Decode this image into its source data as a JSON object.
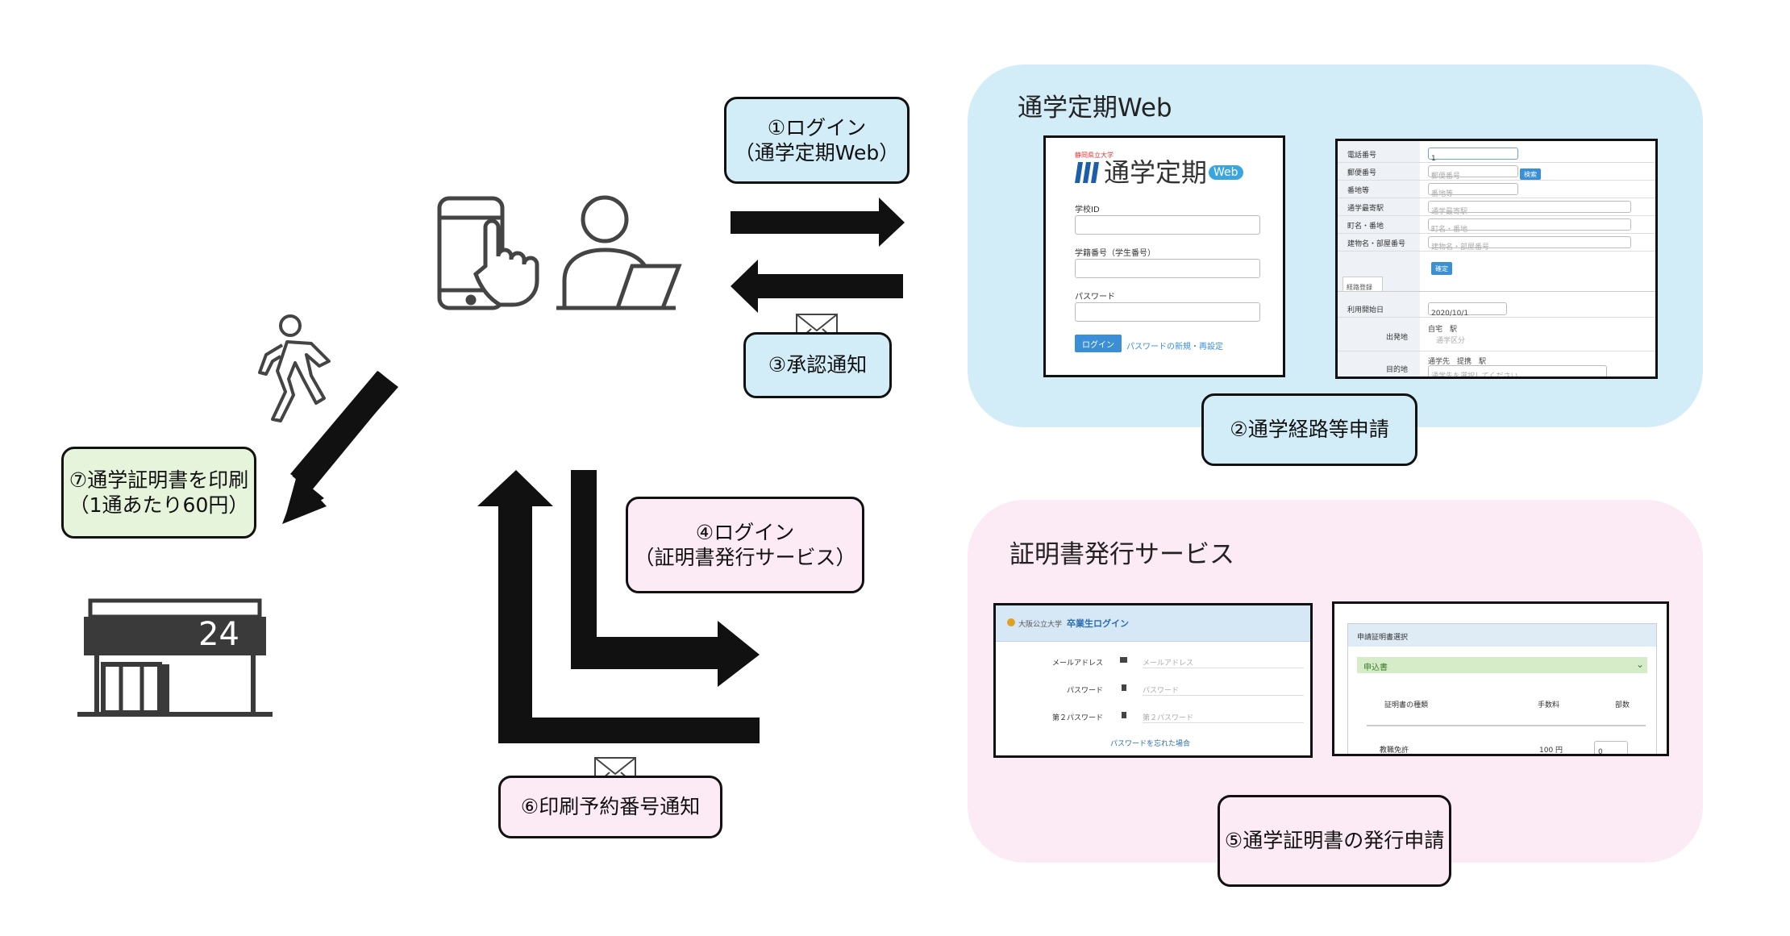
{
  "panels": {
    "commuter_web": {
      "title": "通学定期Web",
      "fill": "#d3edf8"
    },
    "cert_service": {
      "title": "証明書発行サービス",
      "fill": "#fceaf4"
    }
  },
  "callouts": {
    "step1": {
      "line1": "①ログイン",
      "line2": "（通学定期Web）"
    },
    "step2": {
      "line1": "②通学経路等申請"
    },
    "step3": {
      "line1": "③承認通知"
    },
    "step4": {
      "line1": "④ログイン",
      "line2": "（証明書発行サービス）"
    },
    "step5": {
      "line1": "⑤通学証明書の発行申請"
    },
    "step6": {
      "line1": "⑥印刷予約番号通知"
    },
    "step7": {
      "line1": "⑦通学証明書を印刷",
      "line2": "（1通あたり60円）"
    }
  },
  "colors": {
    "blue_callout": "#d3edf8",
    "pink_callout": "#fceaf4",
    "green_callout": "#e6f4dc",
    "arrow": "#111111"
  },
  "icons": [
    "smartphone-touch-icon",
    "person-laptop-icon",
    "walking-person-icon",
    "convenience-store-icon",
    "envelope-icon"
  ],
  "store": {
    "sign": "24"
  },
  "login_screen": {
    "logo_small": "静岡県立大学",
    "logo_text": "通学定期",
    "logo_web": "Web",
    "school_id_label": "学校ID",
    "student_no_label": "学籍番号（学生番号）",
    "password_label": "パスワード",
    "login_button": "ログイン",
    "password_link": "パスワードの新規・再設定"
  },
  "route_form": {
    "rows": [
      {
        "label": "電話番号",
        "value": "1"
      },
      {
        "label": "郵便番号",
        "value": "郵便番号"
      },
      {
        "label": "番地等",
        "value": "番地等"
      },
      {
        "label": "通学最寄駅",
        "value": "通学最寄駅"
      },
      {
        "label": "町名・番地",
        "value": "町名・番地"
      },
      {
        "label": "建物名・部屋番号",
        "value": "建物名・部屋番号"
      }
    ],
    "search_button": "検索",
    "confirm_button": "確定",
    "tab_label": "経路登録",
    "date_label": "利用開始日",
    "date_value": "2020/10/1",
    "from_label": "出発地",
    "from_options": "自宅　駅",
    "from_placeholder": "通学区分",
    "to_label": "目的地",
    "to_options": "通学先　提携　駅",
    "to_placeholder": "通学先を選択してください"
  },
  "grad_login": {
    "university": "大阪公立大学",
    "title": "卒業生ログイン",
    "email_label": "メールアドレス",
    "email_placeholder": "メールアドレス",
    "password_label": "パスワード",
    "password_placeholder": "パスワード",
    "password2_label": "第２パスワード",
    "password2_placeholder": "第２パスワード",
    "forgot_link": "パスワードを忘れた場合"
  },
  "cert_form": {
    "header": "申請証明書選択",
    "section": "申込書",
    "col_type": "証明書の種類",
    "col_fee": "手数料",
    "col_qty": "部数",
    "row_type": "教職免許",
    "row_fee": "100 円",
    "row_qty": "0"
  }
}
